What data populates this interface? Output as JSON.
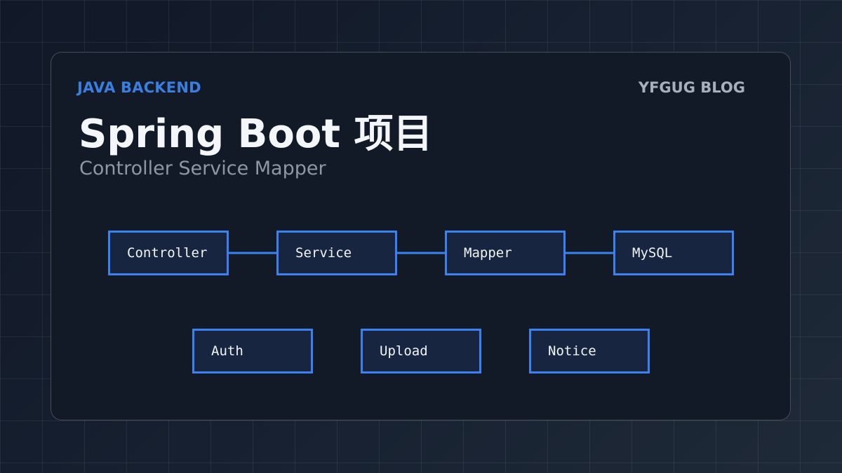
{
  "header": {
    "eyebrow": "JAVA BACKEND",
    "brand": "YFGUG BLOG",
    "title": "Spring  Boot 项目",
    "subtitle": "Controller Service Mapper"
  },
  "diagram": {
    "flow_nodes": [
      "Controller",
      "Service",
      "Mapper",
      "MySQL"
    ],
    "edges": [
      [
        "Controller",
        "Service"
      ],
      [
        "Service",
        "Mapper"
      ],
      [
        "Mapper",
        "MySQL"
      ]
    ],
    "module_nodes": [
      "Auth",
      "Upload",
      "Notice"
    ]
  },
  "colors": {
    "accent": "#3b82f0",
    "node_fill": "#172540",
    "background": "#141b28",
    "title": "#f4f6f9",
    "subtitle": "#8e97a4",
    "brand": "#a7b0bc"
  }
}
